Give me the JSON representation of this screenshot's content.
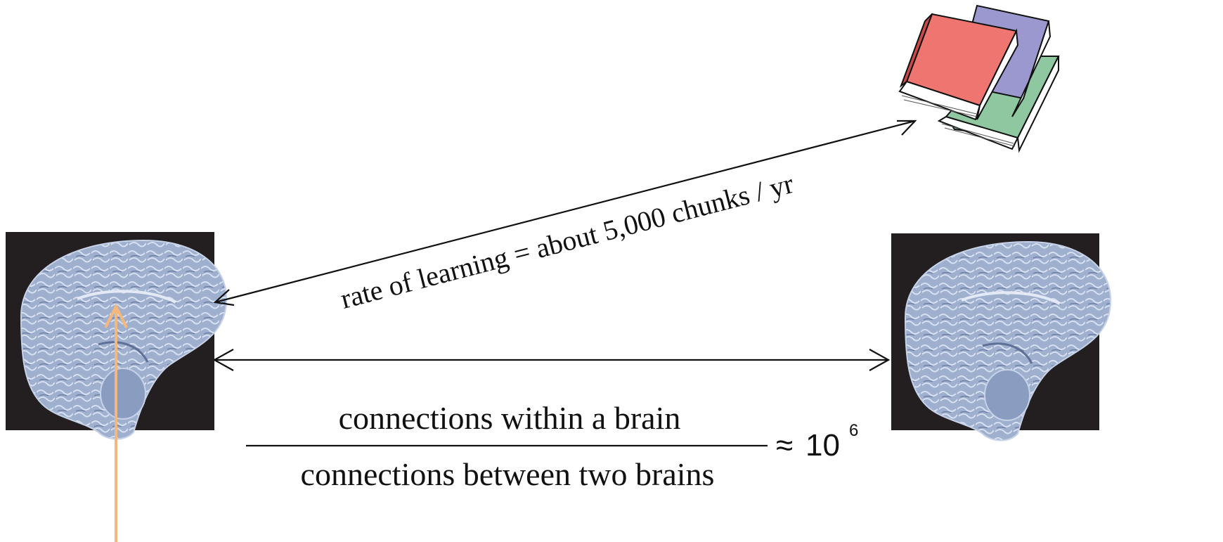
{
  "diagram": {
    "learning_arrow_label": "rate of learning = about 5,000 chunks / yr",
    "fraction": {
      "numerator": "connections within a brain",
      "denominator": "connections between two brains",
      "approx_symbol": "≈",
      "value_base": "10",
      "value_exponent": "6"
    }
  },
  "icons": {
    "left_brain": "brain-mri-icon",
    "right_brain": "brain-mri-icon",
    "books": "book-stack-icon",
    "pointer": "up-arrow-icon"
  },
  "colors": {
    "book_red": "#ef7670",
    "book_purple": "#9b98cf",
    "book_green": "#8fc8a0",
    "pointer_arrow": "#f5b77b",
    "brain_panel_bg": "#231f20",
    "brain_tissue": "#9fb0cf"
  }
}
